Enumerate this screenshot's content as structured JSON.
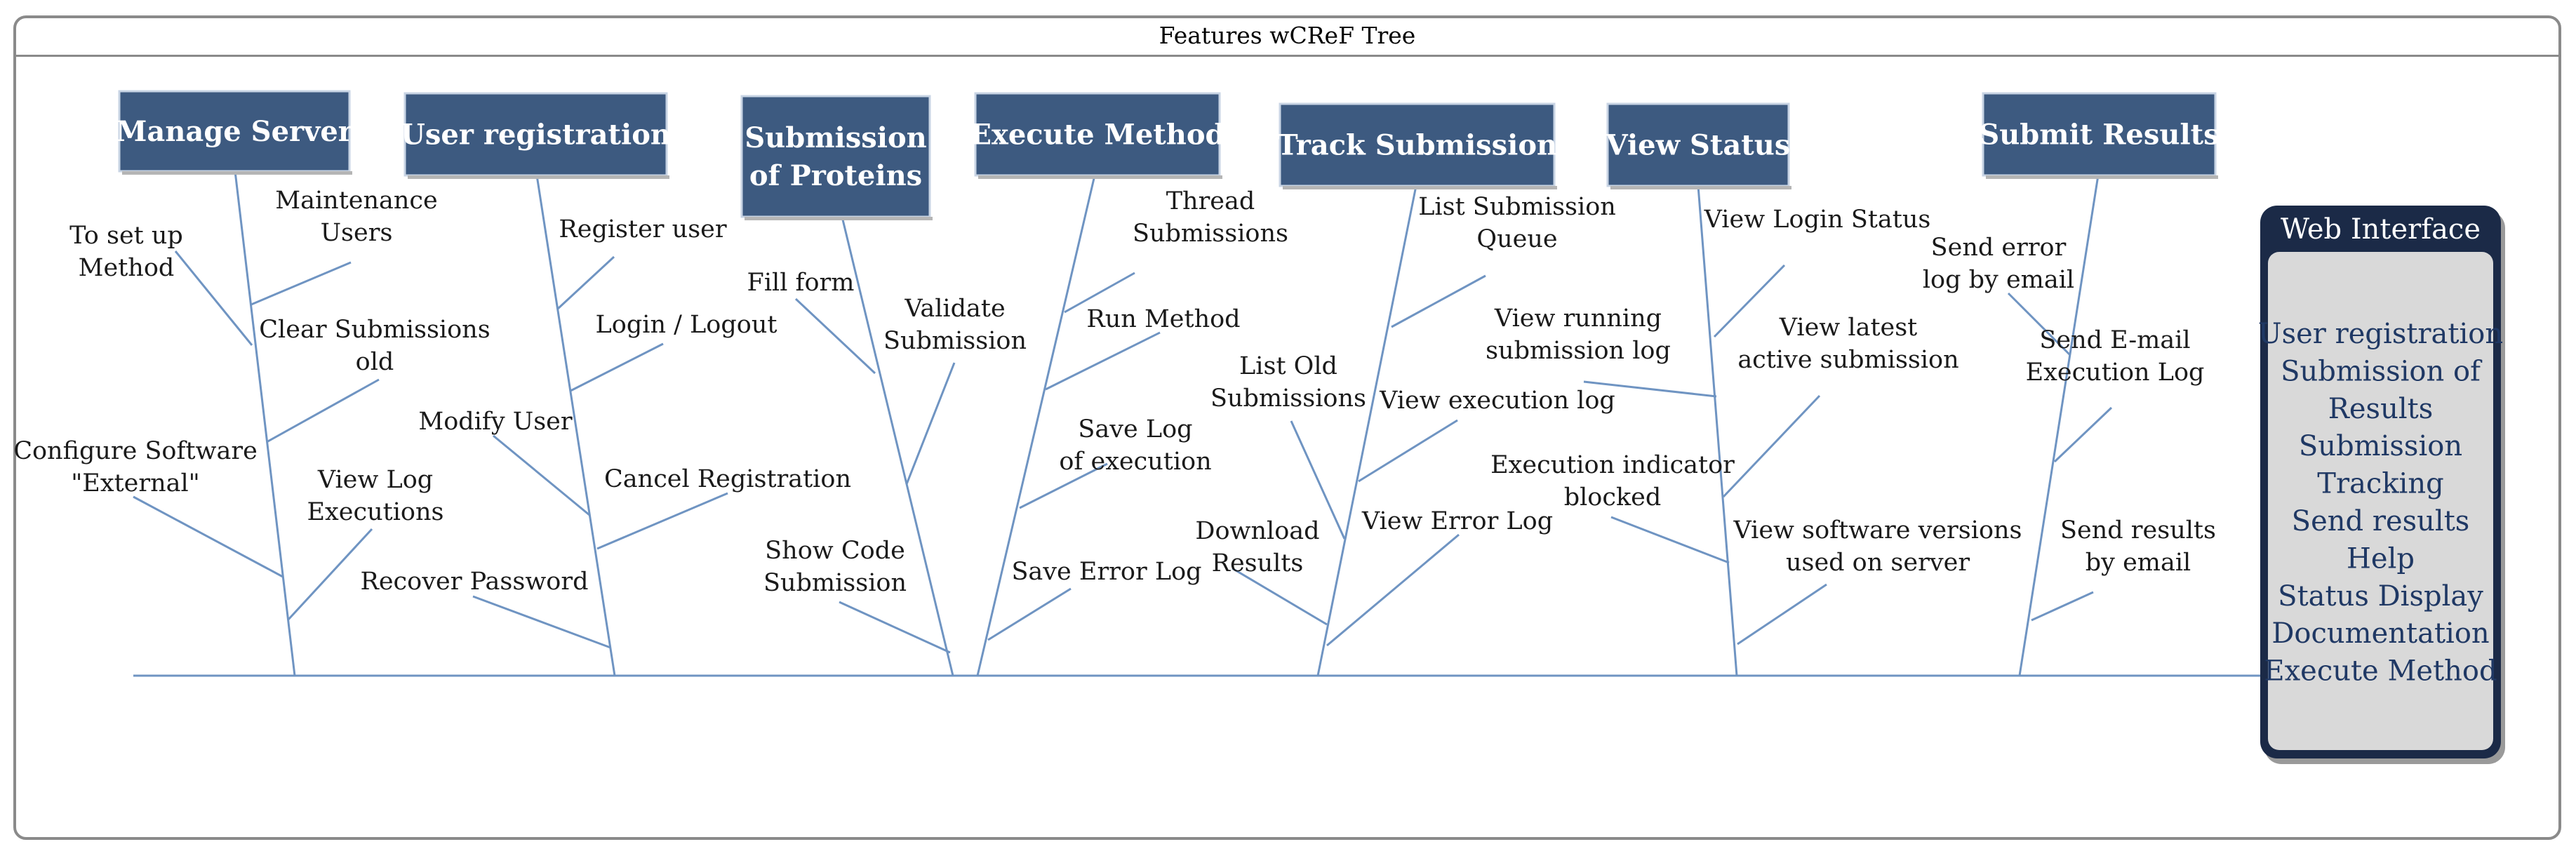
{
  "title": "Features wCReF Tree",
  "colors": {
    "category_fill": "#3d5a80",
    "branch_line": "#6f94c2",
    "panel_header": "#1b2a47",
    "panel_body": "#d9d9d9",
    "panel_text": "#1f3864"
  },
  "categories": [
    {
      "name": "Manage Server",
      "lines": [
        "Manage Server"
      ],
      "items": [
        {
          "label": "Maintenance Users",
          "lines": [
            "Maintenance",
            "Users"
          ]
        },
        {
          "label": "To set up Method",
          "lines": [
            "To set up",
            "Method"
          ]
        },
        {
          "label": "Clear Submissions old",
          "lines": [
            "Clear Submissions",
            "old"
          ]
        },
        {
          "label": "Configure Software \"External\"",
          "lines": [
            "Configure Software",
            "\"External\""
          ]
        },
        {
          "label": "View Log Executions",
          "lines": [
            "View Log",
            "Executions"
          ]
        }
      ]
    },
    {
      "name": "User registration",
      "lines": [
        "User registration"
      ],
      "items": [
        {
          "label": "Register user",
          "lines": [
            "Register user"
          ]
        },
        {
          "label": "Login / Logout",
          "lines": [
            "Login / Logout"
          ]
        },
        {
          "label": "Modify User",
          "lines": [
            "Modify User"
          ]
        },
        {
          "label": "Cancel Registration",
          "lines": [
            "Cancel Registration"
          ]
        },
        {
          "label": "Recover Password",
          "lines": [
            "Recover Password"
          ]
        }
      ]
    },
    {
      "name": "Submission of Proteins",
      "lines": [
        "Submission",
        "of Proteins"
      ],
      "items": [
        {
          "label": "Fill form",
          "lines": [
            "Fill form"
          ]
        },
        {
          "label": "Validate Submission",
          "lines": [
            "Validate",
            "Submission"
          ]
        },
        {
          "label": "Show Code Submission",
          "lines": [
            "Show Code",
            "Submission"
          ]
        }
      ]
    },
    {
      "name": "Execute Method",
      "lines": [
        "Execute Method"
      ],
      "items": [
        {
          "label": "Thread Submissions",
          "lines": [
            "Thread",
            "Submissions"
          ]
        },
        {
          "label": "Run Method",
          "lines": [
            "Run Method"
          ]
        },
        {
          "label": "Save Log of execution",
          "lines": [
            "Save Log",
            "of execution"
          ]
        },
        {
          "label": "Save Error Log",
          "lines": [
            "Save Error Log"
          ]
        }
      ]
    },
    {
      "name": "Track Submission",
      "lines": [
        "Track Submission"
      ],
      "items": [
        {
          "label": "List Submission Queue",
          "lines": [
            "List Submission",
            "Queue"
          ]
        },
        {
          "label": "List Old Submissions",
          "lines": [
            "List Old",
            "Submissions"
          ]
        },
        {
          "label": "View execution log",
          "lines": [
            "View execution log"
          ]
        },
        {
          "label": "Download Results",
          "lines": [
            "Download",
            "Results"
          ]
        },
        {
          "label": "View Error Log",
          "lines": [
            "View Error Log"
          ]
        }
      ]
    },
    {
      "name": "View Status",
      "lines": [
        "View Status"
      ],
      "items": [
        {
          "label": "View Login Status",
          "lines": [
            "View Login Status"
          ]
        },
        {
          "label": "View running submission log",
          "lines": [
            "View running",
            "submission log"
          ]
        },
        {
          "label": "View latest active submission",
          "lines": [
            "View latest",
            "active submission"
          ]
        },
        {
          "label": "Execution indicator blocked",
          "lines": [
            "Execution indicator",
            "blocked"
          ]
        },
        {
          "label": "View software versions used on server",
          "lines": [
            "View software versions",
            "used on server"
          ]
        }
      ]
    },
    {
      "name": "Submit Results",
      "lines": [
        "Submit Results"
      ],
      "items": [
        {
          "label": "Send error log by email",
          "lines": [
            "Send error",
            "log by email"
          ]
        },
        {
          "label": "Send E-mail Execution Log",
          "lines": [
            "Send E-mail",
            "Execution Log"
          ]
        },
        {
          "label": "Send results by email",
          "lines": [
            "Send results",
            "by email"
          ]
        }
      ]
    }
  ],
  "panel": {
    "title": "Web Interface",
    "items": [
      {
        "label": "User registration",
        "lines": [
          "User registration"
        ]
      },
      {
        "label": "Submission of Results",
        "lines": [
          "Submission of",
          "Results"
        ]
      },
      {
        "label": "Submission Tracking",
        "lines": [
          "Submission",
          "Tracking"
        ]
      },
      {
        "label": "Send results",
        "lines": [
          "Send results"
        ]
      },
      {
        "label": "Help",
        "lines": [
          "Help"
        ]
      },
      {
        "label": "Status Display",
        "lines": [
          "Status Display"
        ]
      },
      {
        "label": "Documentation",
        "lines": [
          "Documentation"
        ]
      },
      {
        "label": "Execute Method",
        "lines": [
          "Execute Method"
        ]
      }
    ]
  }
}
